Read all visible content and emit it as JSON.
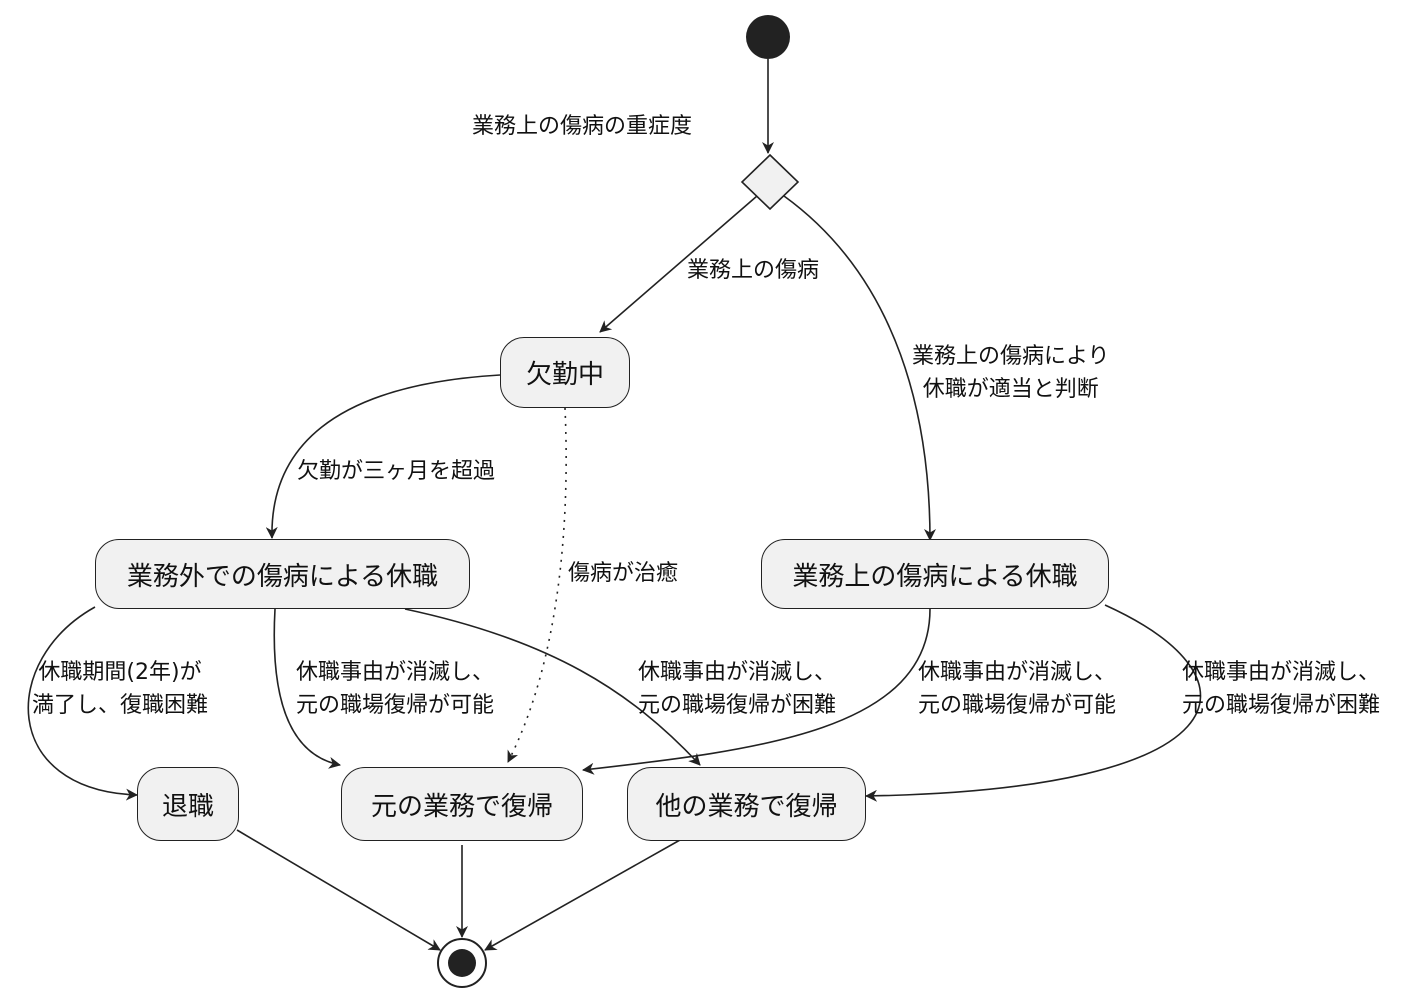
{
  "nodes": {
    "absent": "欠勤中",
    "leave_nonwork": "業務外での傷病による休職",
    "leave_work": "業務上の傷病による休職",
    "retire": "退職",
    "return_orig": "元の業務で復帰",
    "return_other": "他の業務で復帰"
  },
  "edges": {
    "severity": "業務上の傷病の重症度",
    "work_injury": "業務上の傷病",
    "work_leave_appropriate": "業務上の傷病により\n休職が適当と判断",
    "absence_exceeds": "欠勤が三ヶ月を超過",
    "healed": "傷病が治癒",
    "expired": "休職期間(2年)が\n満了し、復職困難",
    "nonwork_possible": "休職事由が消滅し、\n元の職場復帰が可能",
    "nonwork_difficult": "休職事由が消滅し、\n元の職場復帰が困難",
    "work_possible": "休職事由が消滅し、\n元の職場復帰が可能",
    "work_difficult": "休職事由が消滅し、\n元の職場復帰が困難"
  }
}
